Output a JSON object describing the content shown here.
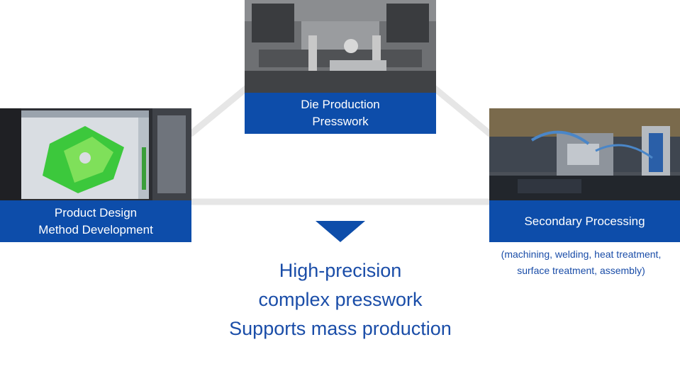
{
  "colors": {
    "box_blue": "#0D4DAA",
    "text_blue": "#1A4DA8",
    "connector_gray": "#E6E6E6"
  },
  "nodes": {
    "product_design": {
      "line1": "Product Design",
      "line2": "Method Development"
    },
    "die_production": {
      "line1": "Die Production",
      "line2": "Presswork"
    },
    "secondary_processing": {
      "title": "Secondary Processing",
      "note_line1": "(machining, welding, heat treatment,",
      "note_line2": "surface treatment, assembly)"
    }
  },
  "result": {
    "line1": "High-precision",
    "line2": "complex presswork",
    "line3": "Supports mass production"
  },
  "icons": {
    "arrow": "down-triangle-icon"
  }
}
